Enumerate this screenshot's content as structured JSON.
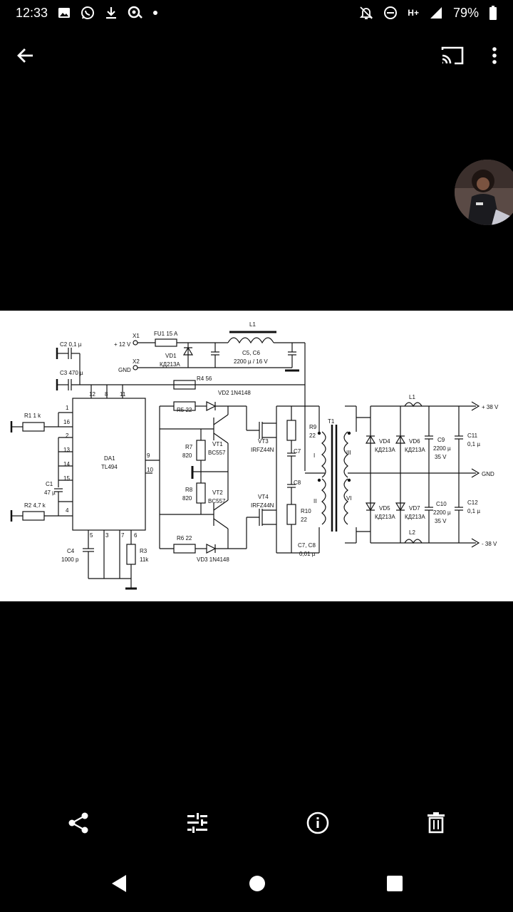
{
  "status_bar": {
    "time": "12:33",
    "battery": "79%",
    "network": "H+",
    "notification_icons": [
      "image-icon",
      "whatsapp-icon",
      "download-icon",
      "podcast-icon",
      "dot-icon"
    ],
    "system_icons": [
      "mute-icon",
      "dnd-icon",
      "signal-icon",
      "battery-icon"
    ]
  },
  "top_bar": {
    "back": "back-arrow-icon",
    "cast": "cast-icon",
    "menu": "more-vert-icon"
  },
  "schematic": {
    "labels": {
      "x1": "X1",
      "plus12v": "+ 12 V",
      "fu1": "FU1 15 A",
      "l1": "L1",
      "vd1": "VD1",
      "vd1_type": "КД213А",
      "c5c6": "C5, C6",
      "c5c6_val": "2200 µ / 16 V",
      "x2": "X2",
      "gnd_in": "GND",
      "c2": "C2 0,1 µ",
      "c3": "C3 470 µ",
      "r4": "R4 56",
      "pin12": "12",
      "pin8": "8",
      "pin11": "11",
      "pin1": "1",
      "pin16": "16",
      "pin2": "2",
      "pin13": "13",
      "pin14": "14",
      "pin15": "15",
      "pin4": "4",
      "pin9": "9",
      "pin10": "10",
      "pin5": "5",
      "pin3": "3",
      "pin7": "7",
      "pin6": "6",
      "r1": "R1 1 k",
      "r2": "R2 4,7 k",
      "c1": "C1",
      "c1_val": "47 µ",
      "da1": "DA1",
      "da1_type": "TL494",
      "c4": "C4",
      "c4_val": "1000 p",
      "r3": "R3",
      "r3_val": "11k",
      "r5": "R5 22",
      "vd2": "VD2 1N4148",
      "r6": "R6 22",
      "vd3": "VD3 1N4148",
      "r7": "R7",
      "r7_val": "820",
      "r8": "R8",
      "r8_val": "820",
      "vt1": "VT1",
      "vt1_type": "BC557",
      "vt2": "VT2",
      "vt2_type": "BC557",
      "vt3": "VT3",
      "vt3_type": "IRFZ44N",
      "vt4": "VT4",
      "vt4_type": "IRFZ44N",
      "r9": "R9",
      "r9_val": "22",
      "r10": "R10",
      "r10_val": "22",
      "c7": "C7",
      "c8": "C8",
      "c7c8": "C7, C8",
      "c7c8_val": "0,01 µ",
      "t1": "T1",
      "w1": "I",
      "w2": "II",
      "w3": "III",
      "w6": "VI",
      "l1_out": "L1",
      "l2_out": "L2",
      "vd4": "VD4",
      "vd4_type": "КД213А",
      "vd5": "VD5",
      "vd5_type": "КД213А",
      "vd6": "VD6",
      "vd6_type": "КД213А",
      "vd7": "VD7",
      "vd7_type": "КД213А",
      "c9": "C9",
      "c9_val": "2200 µ",
      "c9_v": "35 V",
      "c10": "C10",
      "c10_val": "2200 µ",
      "c10_v": "35 V",
      "c11": "C11",
      "c11_val": "0,1 µ",
      "c12": "C12",
      "c12_val": "0,1 µ",
      "out_pos": "+ 38 V",
      "out_gnd": "GND",
      "out_neg": "- 38 V"
    }
  },
  "bottom_bar": {
    "actions": [
      "share-icon",
      "edit-icon",
      "info-icon",
      "delete-icon"
    ]
  },
  "nav_bar": {
    "buttons": [
      "nav-back-icon",
      "nav-home-icon",
      "nav-recents-icon"
    ]
  }
}
